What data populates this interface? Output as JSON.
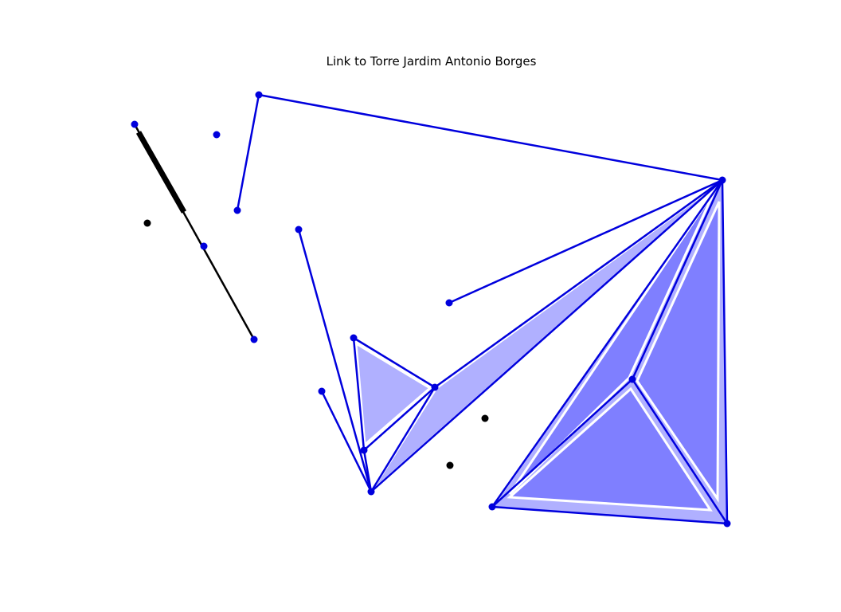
{
  "title": "Link to Torre Jardim Antonio Borges",
  "colors": {
    "edge": "#0000dd",
    "node": "#0000dd",
    "black": "#000000",
    "face_light": "#b0b0ff",
    "face_dark": "#7f7fff",
    "face_outline": "#ffffff"
  },
  "icons": {
    "node": "filled-circle",
    "isolated_point": "filled-black-circle"
  }
}
